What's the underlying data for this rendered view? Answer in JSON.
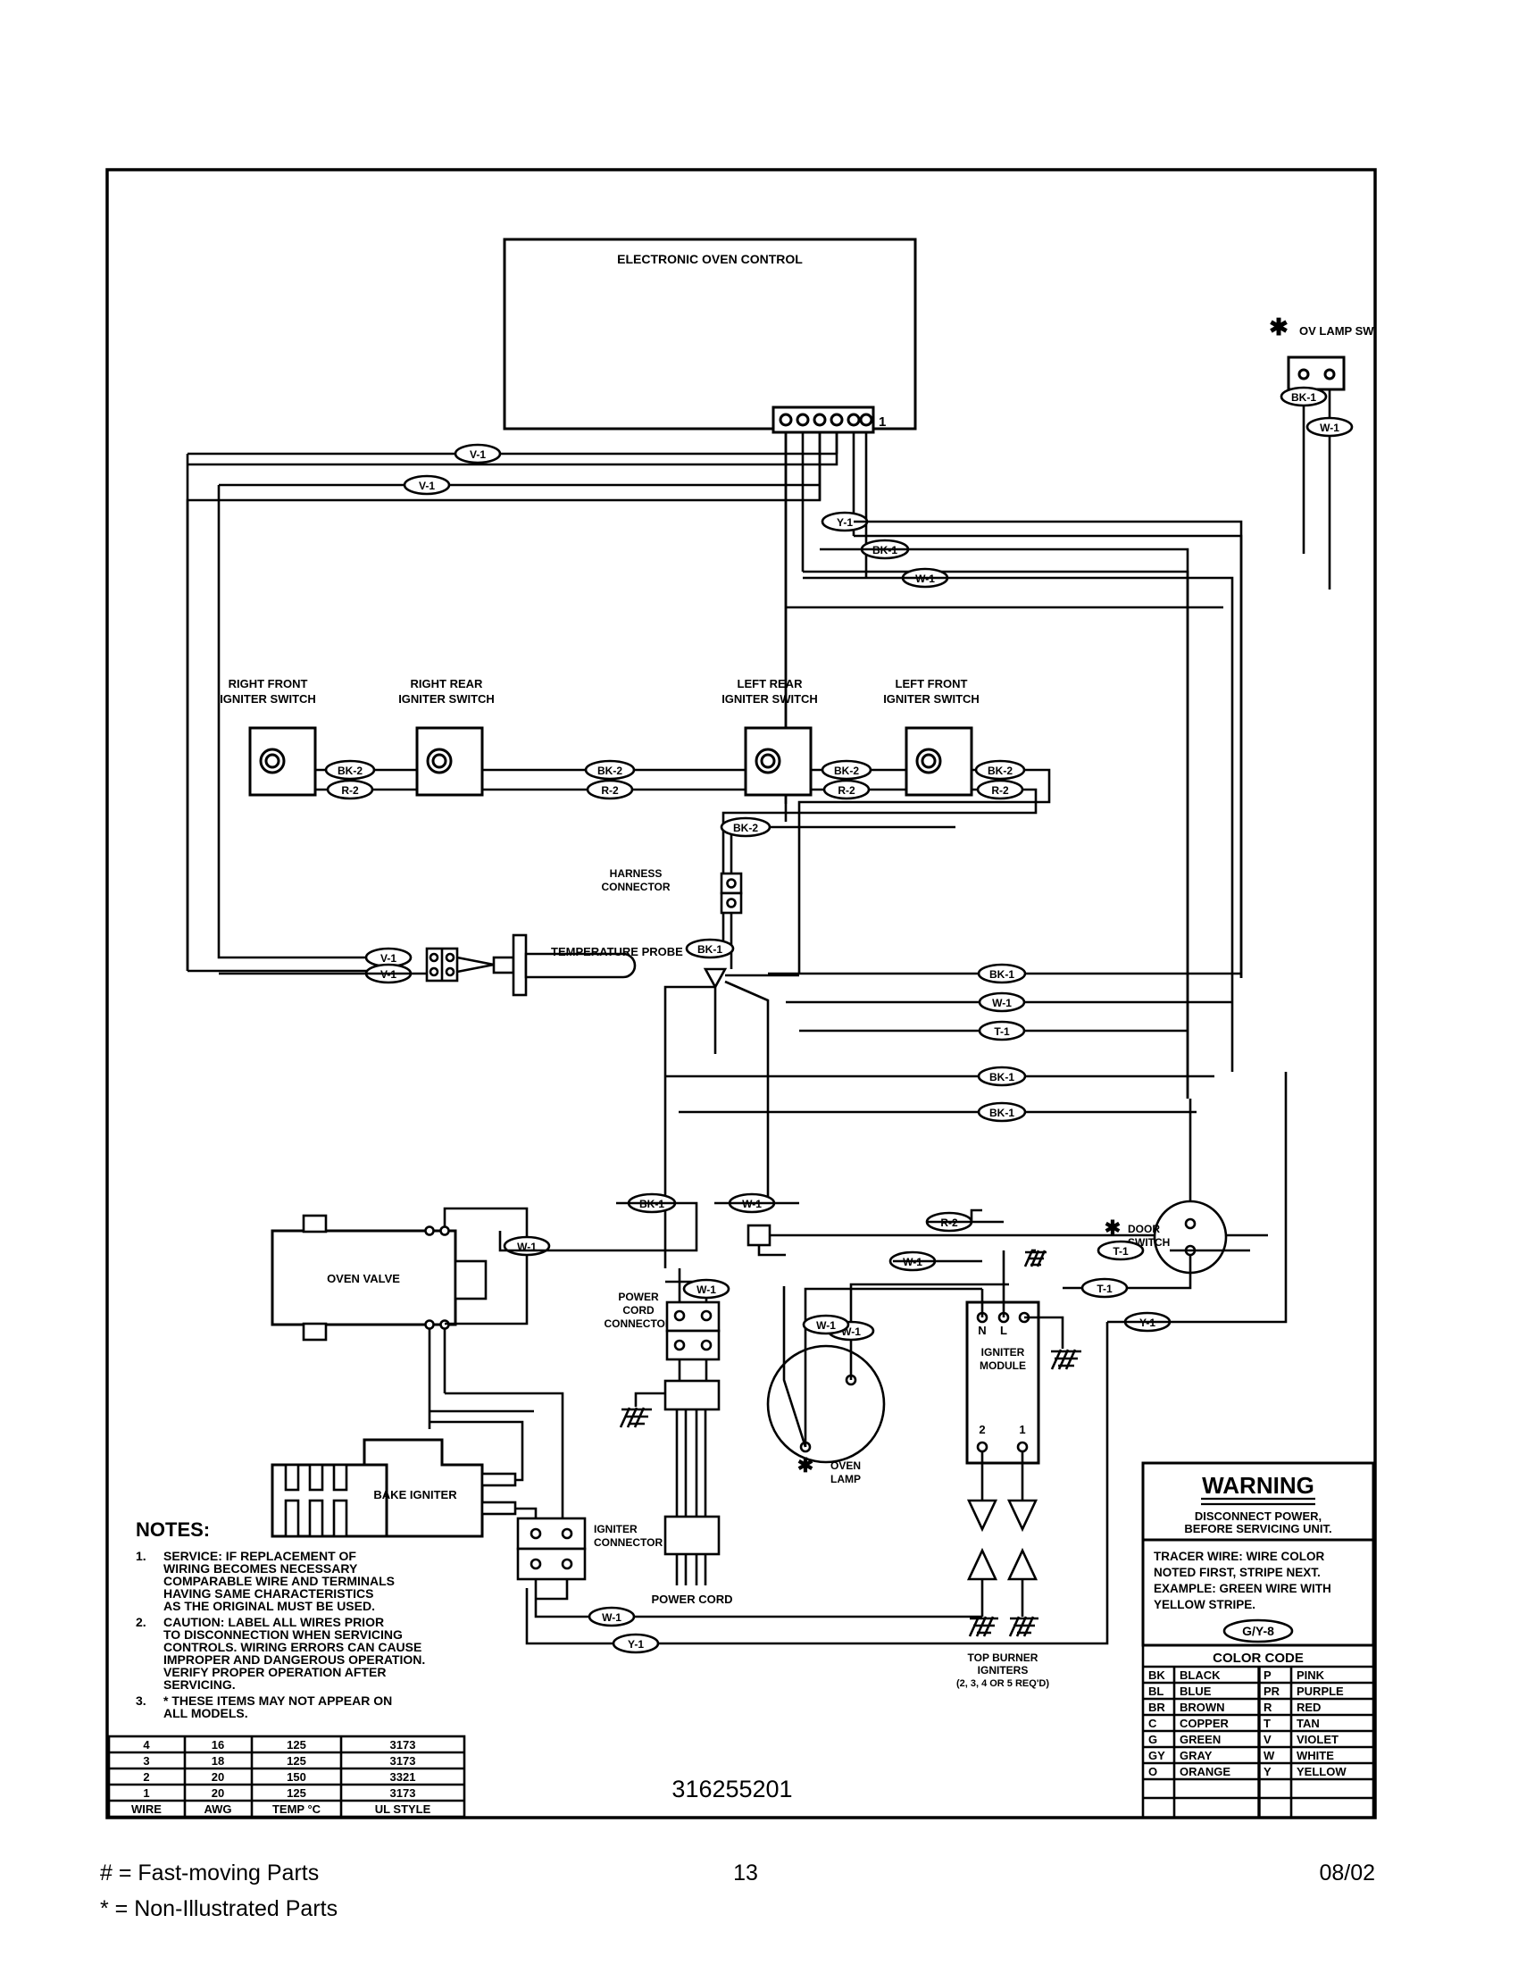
{
  "document": {
    "part_number": "316255201",
    "page_number": "13",
    "date": "08/02"
  },
  "footer": {
    "legend_fast": "#  =  Fast-moving Parts",
    "legend_nonillustrated": "*  =  Non-Illustrated Parts"
  },
  "components": {
    "electronic_oven_control": "ELECTRONIC OVEN CONTROL",
    "control_connector_pin_label": "1",
    "oven_lamp_switch": "OV LAMP SW",
    "right_front_igniter_switch": "RIGHT FRONT\nIGNITER SWITCH",
    "right_front_igniter_switch_l1": "RIGHT FRONT",
    "right_front_igniter_switch_l2": "IGNITER SWITCH",
    "right_rear_igniter_switch_l1": "RIGHT REAR",
    "right_rear_igniter_switch_l2": "IGNITER SWITCH",
    "left_rear_igniter_switch_l1": "LEFT REAR",
    "left_rear_igniter_switch_l2": "IGNITER SWITCH",
    "left_front_igniter_switch_l1": "LEFT FRONT",
    "left_front_igniter_switch_l2": "IGNITER SWITCH",
    "harness_connector_l1": "HARNESS",
    "harness_connector_l2": "CONNECTOR",
    "temperature_probe": "TEMPERATURE PROBE",
    "oven_valve": "OVEN VALVE",
    "bake_igniter": "BAKE IGNITER",
    "power_cord_connector_l1": "POWER",
    "power_cord_connector_l2": "CORD",
    "power_cord_connector_l3": "CONNECTOR",
    "power_cord": "POWER CORD",
    "igniter_connector_l1": "IGNITER",
    "igniter_connector_l2": "CONNECTOR",
    "oven_lamp_l1": "OVEN",
    "oven_lamp_l2": "LAMP",
    "door_switch_l1": "DOOR",
    "door_switch_l2": "SWITCH",
    "igniter_module_l1": "IGNITER",
    "igniter_module_l2": "MODULE",
    "igniter_module_n": "N",
    "igniter_module_l": "L",
    "igniter_module_t2": "2",
    "igniter_module_t1": "1",
    "top_burner_igniters_l1": "TOP BURNER",
    "top_burner_igniters_l2": "IGNITERS",
    "top_burner_igniters_l3": "(2, 3, 4 OR 5 REQ'D)"
  },
  "wire_labels": {
    "v1_a": "V-1",
    "v1_b": "V-1",
    "y1_top": "Y-1",
    "bk1_top": "BK-1",
    "w1_top": "W-1",
    "bk1_lampsw": "BK-1",
    "w1_lampsw": "W-1",
    "bk2_1": "BK-2",
    "r2_1": "R-2",
    "bk2_2": "BK-2",
    "r2_2": "R-2",
    "bk2_3": "BK-2",
    "r2_3": "R-2",
    "bk2_4": "BK-2",
    "r2_4": "R-2",
    "bk2_harness": "BK-2",
    "bk1_harness": "BK-1",
    "v1_probe_a": "V-1",
    "v1_probe_b": "V-1",
    "bk1_col1": "BK-1",
    "w1_col1": "W-1",
    "t1_col1": "T-1",
    "bk1_col2": "BK-1",
    "bk1_col3": "BK-1",
    "bk1_valve": "BK-1",
    "w1_valve": "W-1",
    "w1_ovenvalve": "W-1",
    "w1_pcc": "W-1",
    "w1_lamp": "W-1",
    "w1_lamp2": "W-1",
    "r2_mod": "R-2",
    "w1_mod": "W-1",
    "t1_door": "T-1",
    "t1_mid": "T-1",
    "y1_right": "Y-1",
    "w1_bottom": "W-1",
    "y1_bottom": "Y-1",
    "gy8": "G/Y-8"
  },
  "notes": {
    "title": "NOTES:",
    "items": [
      {
        "num": "1.",
        "lines": [
          "SERVICE:   IF REPLACEMENT OF",
          "WIRING BECOMES NECESSARY",
          "COMPARABLE WIRE AND TERMINALS",
          "HAVING SAME CHARACTERISTICS",
          "AS THE ORIGINAL MUST BE USED."
        ]
      },
      {
        "num": "2.",
        "lines": [
          "CAUTION:   LABEL ALL WIRES PRIOR",
          "TO DISCONNECTION WHEN SERVICING",
          "CONTROLS.   WIRING ERRORS CAN CAUSE",
          "IMPROPER AND DANGEROUS OPERATION.",
          "VERIFY PROPER OPERATION AFTER",
          "SERVICING."
        ]
      },
      {
        "num": "3.",
        "lines": [
          "* THESE ITEMS MAY NOT APPEAR ON",
          "ALL MODELS."
        ]
      }
    ]
  },
  "wire_table": {
    "rows": [
      [
        "4",
        "16",
        "125",
        "3173"
      ],
      [
        "3",
        "18",
        "125",
        "3173"
      ],
      [
        "2",
        "20",
        "150",
        "3321"
      ],
      [
        "1",
        "20",
        "125",
        "3173"
      ]
    ],
    "headers": [
      "WIRE",
      "AWG",
      "TEMP °C",
      "UL STYLE"
    ]
  },
  "warning": {
    "title": "WARNING",
    "line1": "DISCONNECT POWER,",
    "line2": "BEFORE SERVICING UNIT.",
    "tracer_lines": [
      "TRACER WIRE:   WIRE COLOR",
      "NOTED FIRST, STRIPE NEXT.",
      "EXAMPLE:   GREEN WIRE WITH",
      "YELLOW STRIPE."
    ],
    "tracer_example": "G/Y-8"
  },
  "color_code": {
    "title": "COLOR CODE",
    "rows": [
      [
        "BK",
        "BLACK",
        "P",
        "PINK"
      ],
      [
        "BL",
        "BLUE",
        "PR",
        "PURPLE"
      ],
      [
        "BR",
        "BROWN",
        "R",
        "RED"
      ],
      [
        "C",
        "COPPER",
        "T",
        "TAN"
      ],
      [
        "G",
        "GREEN",
        "V",
        "VIOLET"
      ],
      [
        "GY",
        "GRAY",
        "W",
        "WHITE"
      ],
      [
        "O",
        "ORANGE",
        "Y",
        "YELLOW"
      ],
      [
        "",
        "",
        "",
        ""
      ],
      [
        "",
        "",
        "",
        ""
      ]
    ]
  },
  "colors": {
    "ink": "#000000",
    "paper": "#ffffff"
  }
}
